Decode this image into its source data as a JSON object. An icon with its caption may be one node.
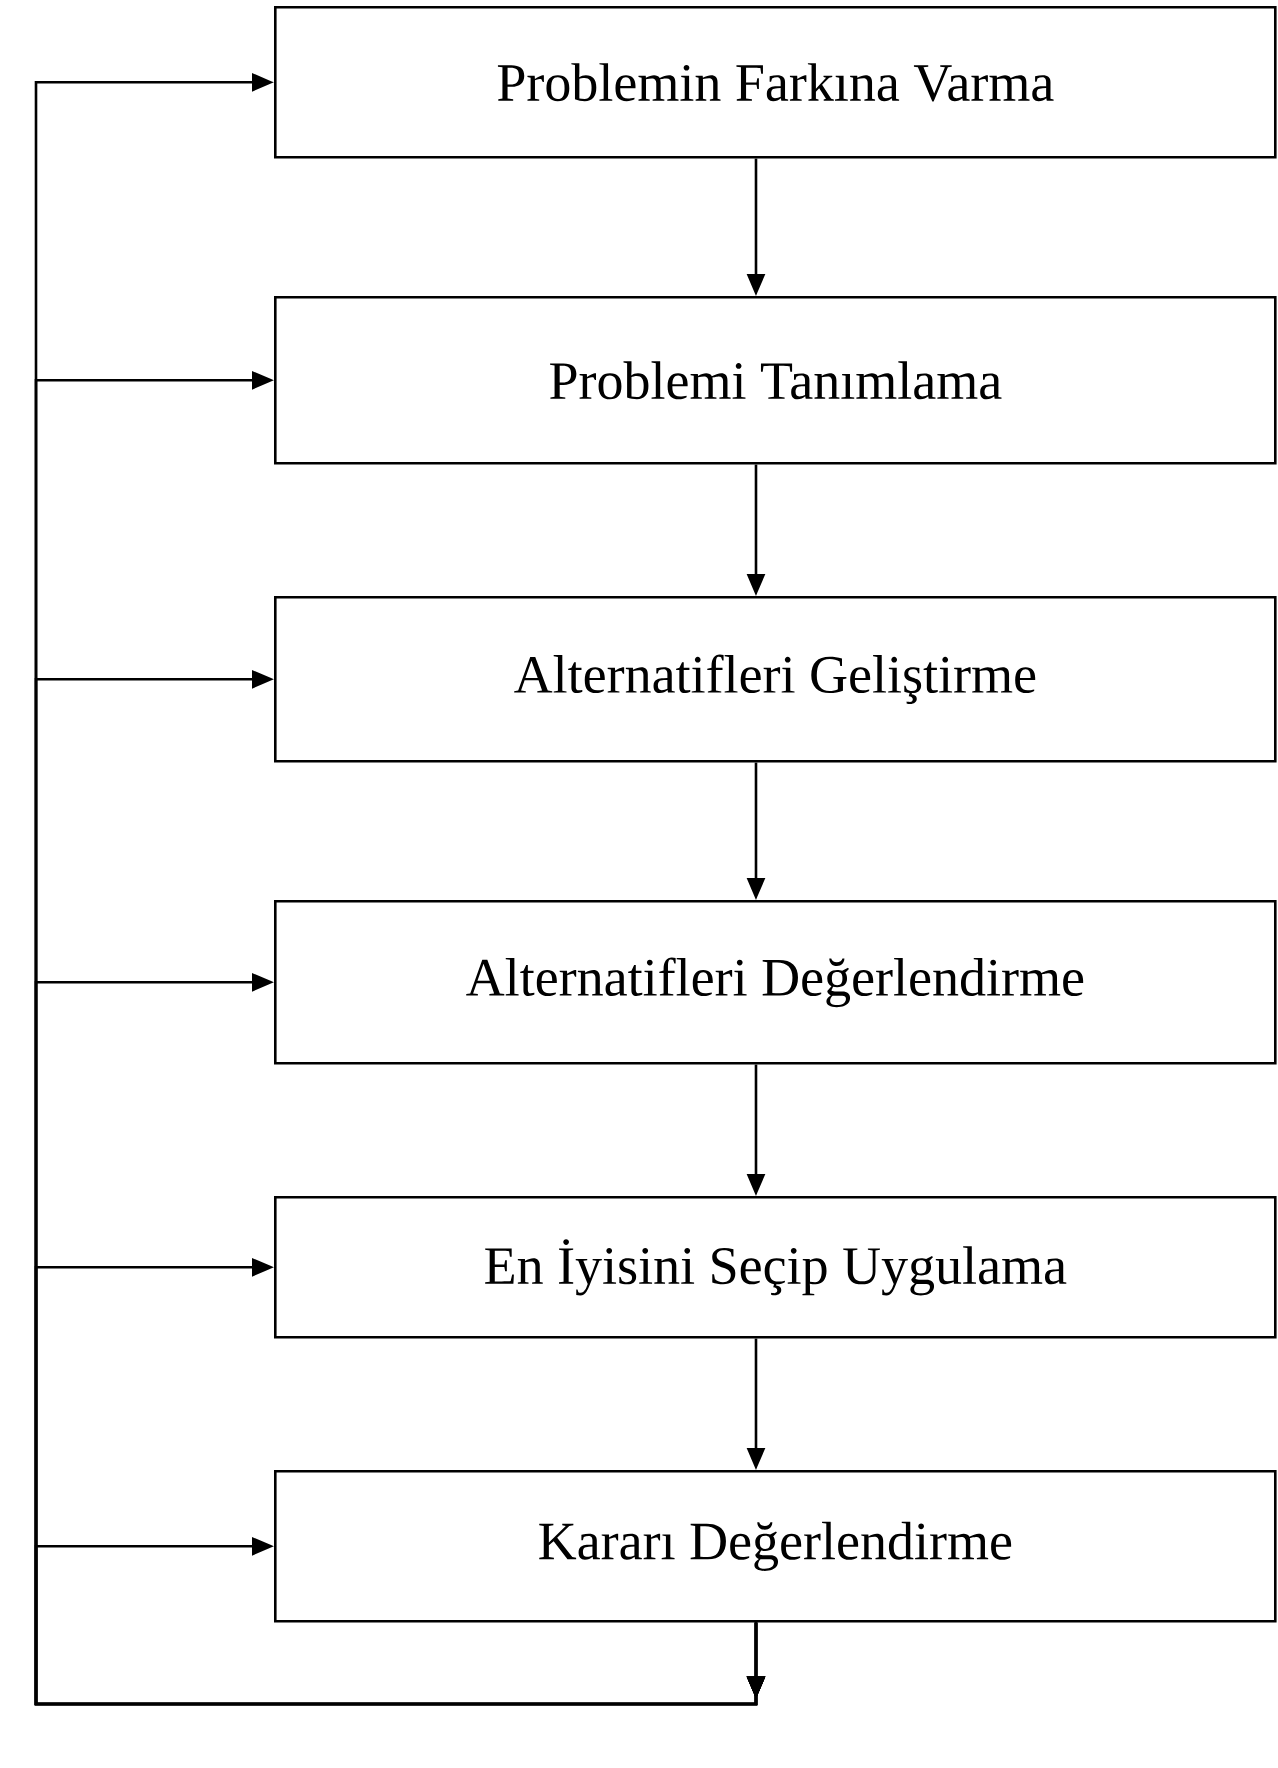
{
  "diagram": {
    "nodes": [
      {
        "text": [
          "Problemin Farkına Varma"
        ]
      },
      {
        "text": [
          "Problemi Tanımlama"
        ]
      },
      {
        "text": [
          "Alternatifleri Geliştirme"
        ]
      },
      {
        "text": [
          "Alternatifleri Değerlendirme"
        ]
      },
      {
        "text": [
          "En İyisini Seçip Uygulama"
        ]
      },
      {
        "text": [
          "Kararı Değerlendirme"
        ]
      }
    ],
    "edges": [
      {
        "from": 0,
        "to": 1,
        "arrow": "to"
      },
      {
        "from": 1,
        "to": 2,
        "arrow": "to"
      },
      {
        "from": 2,
        "to": 3,
        "arrow": "to"
      },
      {
        "from": 3,
        "to": 4,
        "arrow": "to"
      },
      {
        "from": 4,
        "to": 5,
        "arrow": "to"
      },
      {
        "from": 5,
        "to": 0,
        "arrow": "to"
      },
      {
        "from": 5,
        "to": 1,
        "arrow": "to"
      },
      {
        "from": 5,
        "to": 2,
        "arrow": "to"
      },
      {
        "from": 5,
        "to": 3,
        "arrow": "to"
      },
      {
        "from": 5,
        "to": 4,
        "arrow": "to"
      },
      {
        "from": 5,
        "to": 5,
        "arrow": "to"
      }
    ]
  }
}
